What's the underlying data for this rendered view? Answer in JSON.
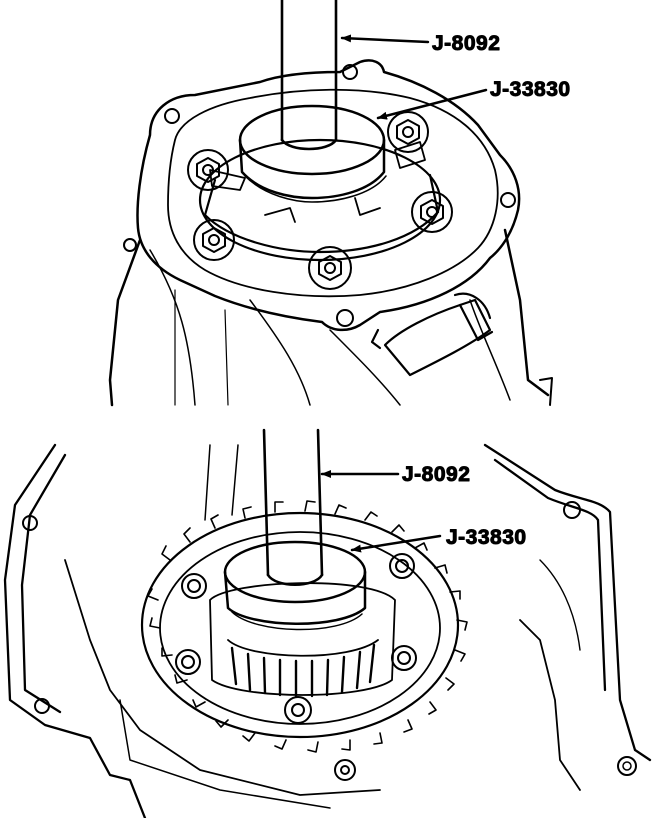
{
  "figures": [
    {
      "callouts": {
        "shaft_tool": "J-8092",
        "installer_tool": "J-33830"
      }
    },
    {
      "callouts": {
        "shaft_tool": "J-8092",
        "installer_tool": "J-33830"
      }
    }
  ],
  "colors": {
    "ink": "#000000",
    "paper": "#ffffff"
  }
}
